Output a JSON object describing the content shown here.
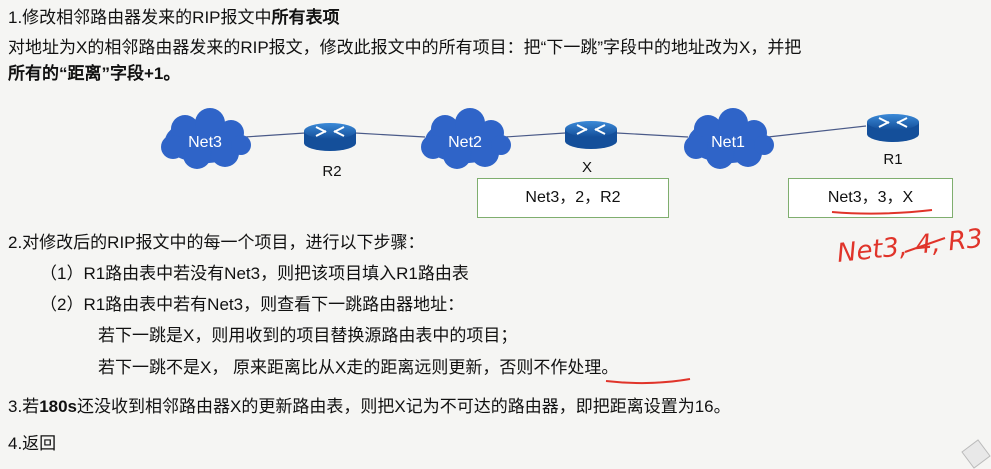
{
  "section1": {
    "heading_plain": "1.修改相邻路由器发来的RIP报文中",
    "heading_bold": "所有表项",
    "desc_line1": "对地址为X的相邻路由器发来的RIP报文，修改此报文中的所有项目：把“下一跳”字段中的地址改为X，并把",
    "desc_line2": "所有的“距离”字段+1。"
  },
  "diagram": {
    "clouds": [
      "Net3",
      "Net2",
      "Net1"
    ],
    "routers": [
      "R2",
      "X",
      "R1"
    ],
    "table_x": "Net3，2，R2",
    "table_r1": "Net3，3，X",
    "handwritten_note": "Net3, 4, R3"
  },
  "section2": {
    "heading": "2.对修改后的RIP报文中的每一个项目，进行以下步骤：",
    "step1": "（1）R1路由表中若没有Net3，则把该项目填入R1路由表",
    "step2": "（2）R1路由表中若有Net3，则查看下一跳路由器地址：",
    "sub1": "若下一跳是X，则用收到的项目替换源路由表中的项目；",
    "sub2": "若下一跳不是X， 原来距离比从X走的距离远则更新，否则不作处理。"
  },
  "section3": {
    "prefix": "3.若",
    "bold": "180s",
    "rest": "还没收到相邻路由器X的更新路由表，则把X记为不可达的路由器，即把距离设置为16。"
  },
  "section4": {
    "text": "4.返回"
  },
  "colors": {
    "cloud": "#2f64c8",
    "router": "#1e6fc0",
    "box_border": "#7fae6e",
    "annotation": "#e0342a"
  }
}
